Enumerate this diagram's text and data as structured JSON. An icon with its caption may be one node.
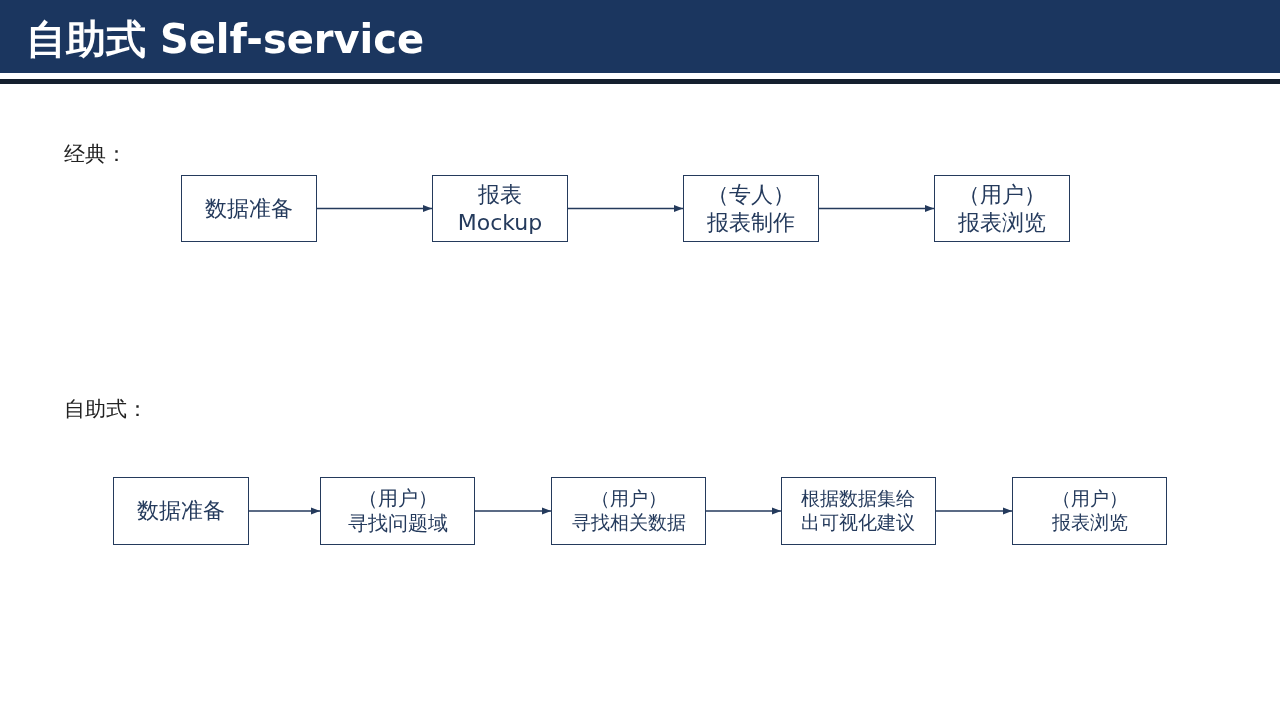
{
  "diagram": {
    "title": "自助式 Self-service",
    "nodes": [
      {
        "text": [
          "数据准备"
        ]
      },
      {
        "text": [
          "报表 Mockup"
        ]
      },
      {
        "text": [
          "（专人）",
          "报表制作"
        ]
      },
      {
        "text": [
          "（用户）",
          "报表浏览"
        ]
      },
      {
        "text": [
          "数据准备"
        ]
      },
      {
        "text": [
          "（用户）",
          "寻找问题域"
        ]
      },
      {
        "text": [
          "（用户）",
          "寻找相关数据"
        ]
      },
      {
        "text": [
          "根据数据集给出可视化建议"
        ]
      },
      {
        "text": [
          "（用户）",
          "报表浏览"
        ]
      }
    ],
    "edges": [
      {
        "from": 0,
        "to": 1,
        "arrow": "to"
      },
      {
        "from": 1,
        "to": 2,
        "arrow": "to"
      },
      {
        "from": 2,
        "to": 3,
        "arrow": "to"
      },
      {
        "from": 4,
        "to": 5,
        "arrow": "to"
      },
      {
        "from": 5,
        "to": 6,
        "arrow": "to"
      },
      {
        "from": 6,
        "to": 7,
        "arrow": "to"
      },
      {
        "from": 7,
        "to": 8,
        "arrow": "to"
      }
    ],
    "labels": [
      "经典：",
      "自助式："
    ]
  }
}
